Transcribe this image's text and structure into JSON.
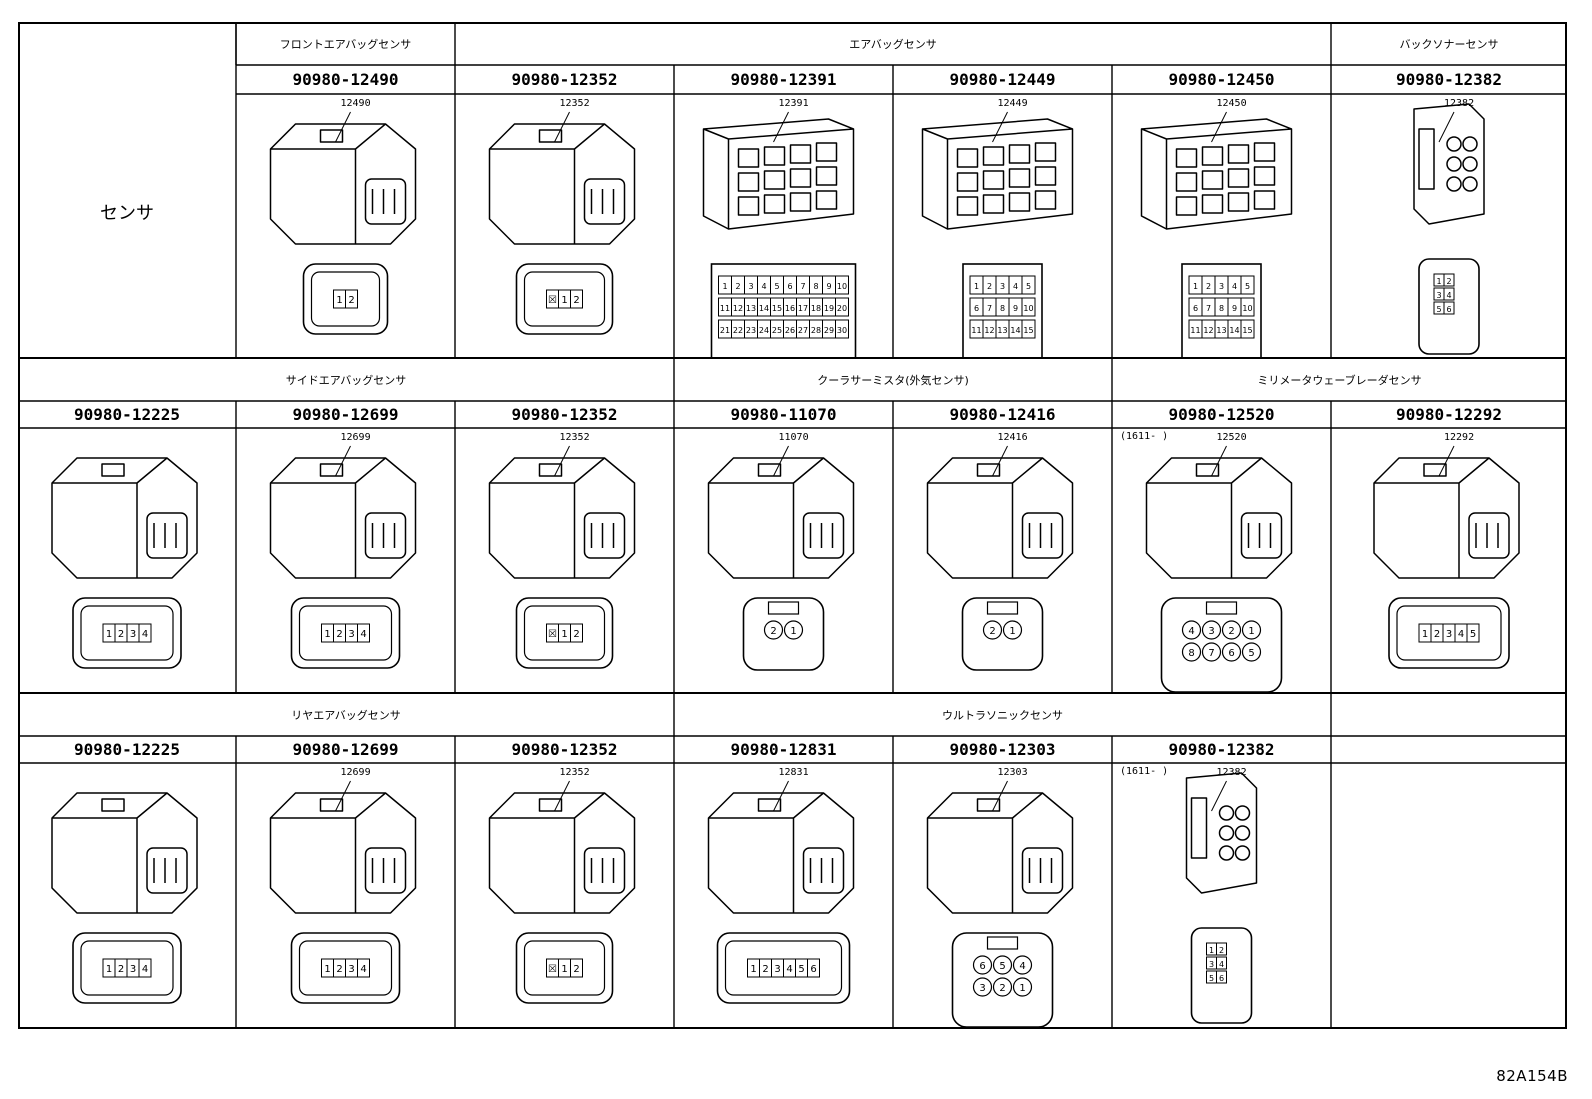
{
  "row_label": "センサ",
  "figure_code": "82A154B",
  "blocks": [
    {
      "headers": [
        {
          "text": "",
          "c0": 0,
          "c1": 1
        },
        {
          "text": "フロントエアバッグセンサ",
          "c0": 1,
          "c1": 2
        },
        {
          "text": "エアバッグセンサ",
          "c0": 2,
          "c1": 6
        },
        {
          "text": "バックソナーセンサ",
          "c0": 6,
          "c1": 7
        }
      ],
      "parts": [
        {
          "col": 1,
          "pn": "90980-12490",
          "tag": "12490",
          "front": "round",
          "pins": [
            "1",
            "2"
          ],
          "note": ""
        },
        {
          "col": 2,
          "pn": "90980-12352",
          "tag": "12352",
          "front": "rect",
          "pins": [
            "☒",
            "1",
            "2"
          ],
          "note": ""
        },
        {
          "col": 3,
          "pn": "90980-12391",
          "tag": "12391",
          "front": "grid",
          "pins": [
            "1",
            "2",
            "3",
            "4",
            "5",
            "6",
            "7",
            "8",
            "9",
            "10",
            "11",
            "12",
            "13",
            "14",
            "15",
            "16",
            "17",
            "18",
            "19",
            "20",
            "21",
            "22",
            "23",
            "24",
            "25",
            "26",
            "27",
            "28",
            "29",
            "30"
          ],
          "note": ""
        },
        {
          "col": 4,
          "pn": "90980-12449",
          "tag": "12449",
          "front": "grid",
          "pins": [
            "1",
            "2",
            "3",
            "4",
            "5",
            "6",
            "7",
            "8",
            "9",
            "10",
            "11",
            "12",
            "13",
            "14",
            "15"
          ],
          "note": ""
        },
        {
          "col": 5,
          "pn": "90980-12450",
          "tag": "12450",
          "front": "grid",
          "pins": [
            "1",
            "2",
            "3",
            "4",
            "5",
            "6",
            "7",
            "8",
            "9",
            "10",
            "11",
            "12",
            "13",
            "14",
            "15"
          ],
          "note": ""
        },
        {
          "col": 6,
          "pn": "90980-12382",
          "tag": "12382",
          "front": "tall",
          "pins": [
            "1",
            "2",
            "3",
            "4",
            "5",
            "6"
          ],
          "note": ""
        }
      ]
    },
    {
      "headers": [
        {
          "text": "サイドエアバッグセンサ",
          "c0": 0,
          "c1": 3
        },
        {
          "text": "クーラサーミスタ(外気センサ)",
          "c0": 3,
          "c1": 5
        },
        {
          "text": "ミリメータウェーブレーダセンサ",
          "c0": 5,
          "c1": 7
        }
      ],
      "parts": [
        {
          "col": 0,
          "pn": "90980-12225",
          "tag": "",
          "front": "rect",
          "pins": [
            "1",
            "2",
            "3",
            "4"
          ],
          "note": ""
        },
        {
          "col": 1,
          "pn": "90980-12699",
          "tag": "12699",
          "front": "rect",
          "pins": [
            "1",
            "2",
            "3",
            "4"
          ],
          "note": ""
        },
        {
          "col": 2,
          "pn": "90980-12352",
          "tag": "12352",
          "front": "rect",
          "pins": [
            "☒",
            "1",
            "2"
          ],
          "note": ""
        },
        {
          "col": 3,
          "pn": "90980-11070",
          "tag": "11070",
          "front": "circles",
          "pins": [
            "2",
            "1"
          ],
          "note": ""
        },
        {
          "col": 4,
          "pn": "90980-12416",
          "tag": "12416",
          "front": "circles",
          "pins": [
            "2",
            "1"
          ],
          "note": ""
        },
        {
          "col": 5,
          "pn": "90980-12520",
          "tag": "12520",
          "front": "circles",
          "pins": [
            "4",
            "3",
            "2",
            "1",
            "8",
            "7",
            "6",
            "5"
          ],
          "note": "(1611-      )"
        },
        {
          "col": 6,
          "pn": "90980-12292",
          "tag": "12292",
          "front": "rect",
          "pins": [
            "1",
            "2",
            "3",
            "4",
            "5"
          ],
          "note": ""
        }
      ]
    },
    {
      "headers": [
        {
          "text": "リヤエアバッグセンサ",
          "c0": 0,
          "c1": 3
        },
        {
          "text": "ウルトラソニックセンサ",
          "c0": 3,
          "c1": 6
        },
        {
          "text": "",
          "c0": 6,
          "c1": 7
        }
      ],
      "parts": [
        {
          "col": 0,
          "pn": "90980-12225",
          "tag": "",
          "front": "rect",
          "pins": [
            "1",
            "2",
            "3",
            "4"
          ],
          "note": ""
        },
        {
          "col": 1,
          "pn": "90980-12699",
          "tag": "12699",
          "front": "rect",
          "pins": [
            "1",
            "2",
            "3",
            "4"
          ],
          "note": ""
        },
        {
          "col": 2,
          "pn": "90980-12352",
          "tag": "12352",
          "front": "rect",
          "pins": [
            "☒",
            "1",
            "2"
          ],
          "note": ""
        },
        {
          "col": 3,
          "pn": "90980-12831",
          "tag": "12831",
          "front": "rect",
          "pins": [
            "1",
            "2",
            "3",
            "4",
            "5",
            "6"
          ],
          "note": ""
        },
        {
          "col": 4,
          "pn": "90980-12303",
          "tag": "12303",
          "front": "circles",
          "pins": [
            "6",
            "5",
            "4",
            "3",
            "2",
            "1"
          ],
          "note": ""
        },
        {
          "col": 5,
          "pn": "90980-12382",
          "tag": "12382",
          "front": "tall",
          "pins": [
            "1",
            "2",
            "3",
            "4",
            "5",
            "6"
          ],
          "note": "(1611-      )"
        }
      ]
    }
  ]
}
